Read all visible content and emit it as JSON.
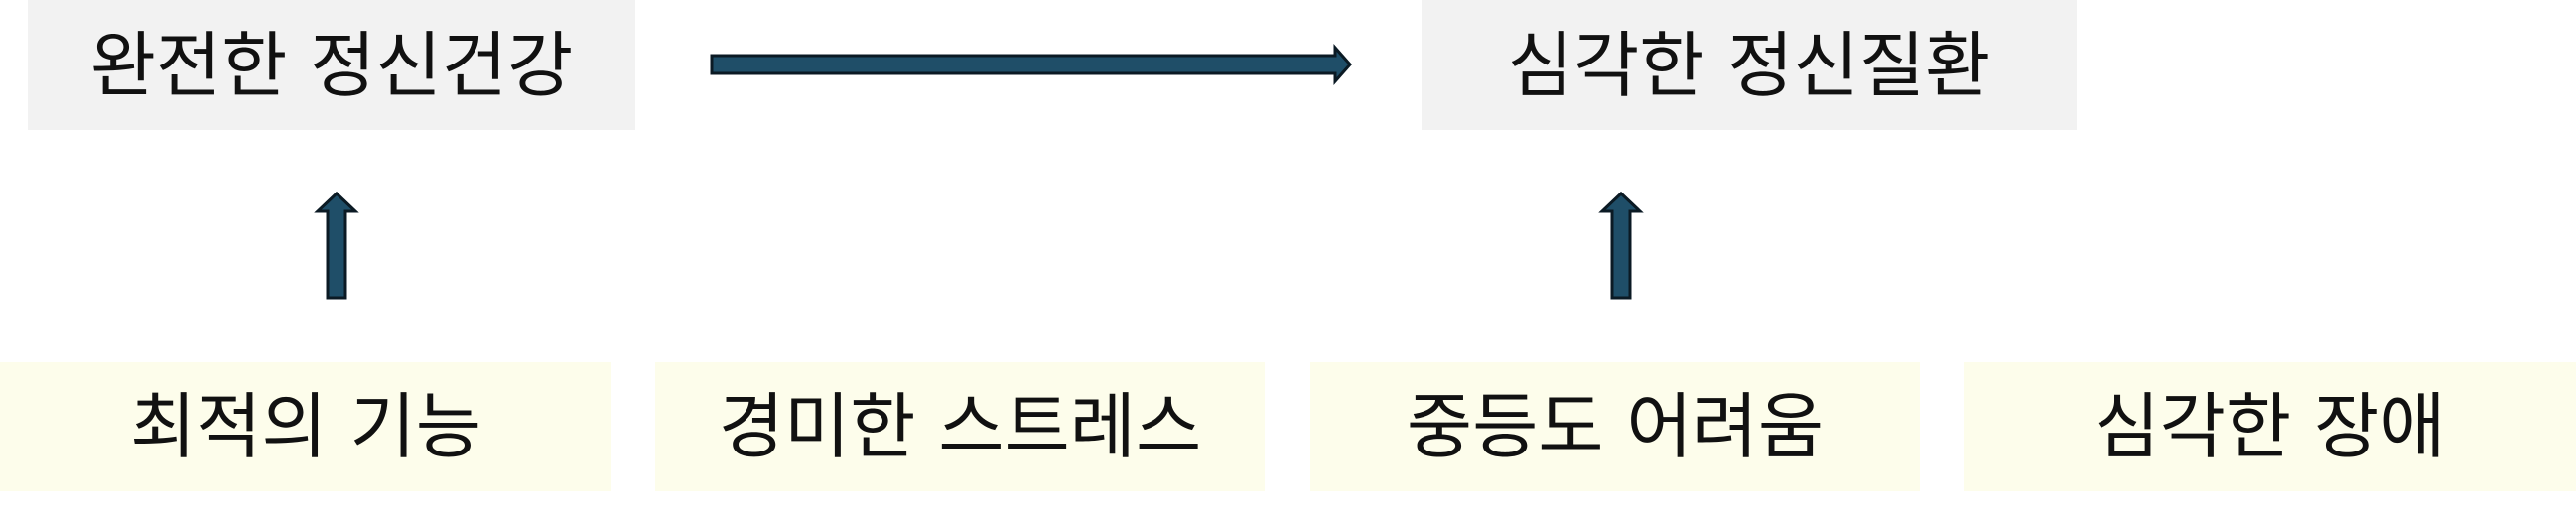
{
  "spectrum": {
    "left_end": "완전한 정신건강",
    "right_end": "심각한 정신질환"
  },
  "stages": [
    {
      "label": "최적의 기능"
    },
    {
      "label": "경미한 스트레스"
    },
    {
      "label": "중등도 어려움"
    },
    {
      "label": "심각한 장애"
    }
  ],
  "colors": {
    "arrow_fill": "#1f4e68",
    "arrow_stroke": "#0b1a24",
    "top_box_bg": "#f2f2f2",
    "bottom_box_bg": "#fdfdeb"
  }
}
